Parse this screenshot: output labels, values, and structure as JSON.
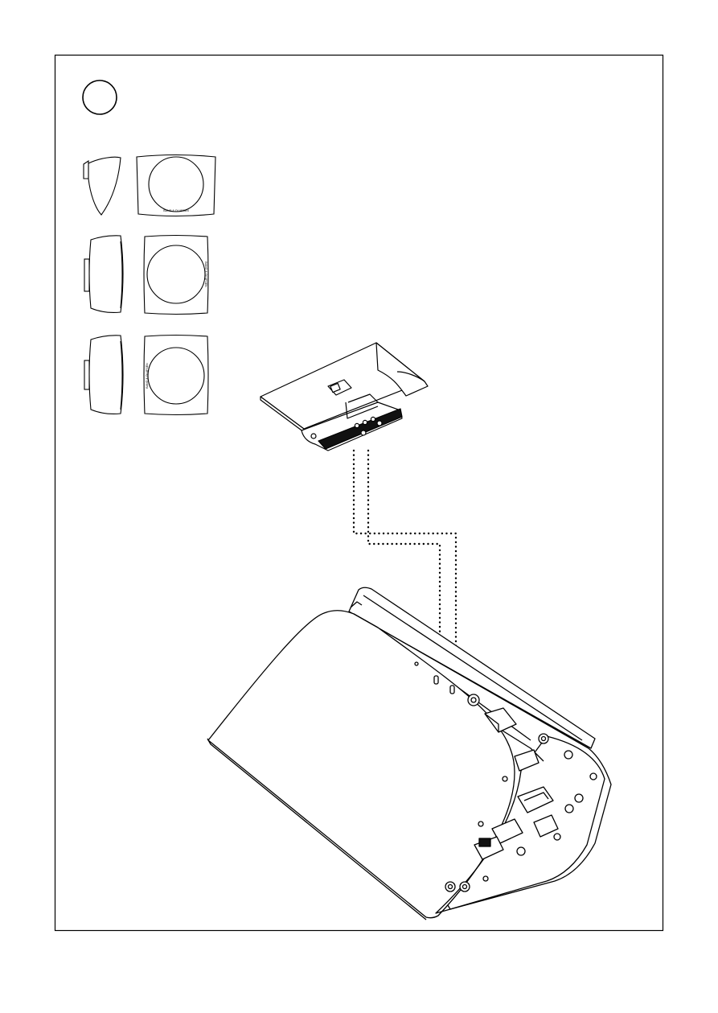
{
  "page": {
    "step_marker": "",
    "line_color": "#000000",
    "fill_color": "#ffffff",
    "dark_fill": "#111111"
  },
  "variants": {
    "brand_text": "BANG & OLUFSEN",
    "items": [
      {
        "name": "variant-1",
        "side": "shell-side-view",
        "front": "grille-front-view"
      },
      {
        "name": "variant-2",
        "side": "box-side-view",
        "front": "grille-front-view"
      },
      {
        "name": "variant-3",
        "side": "box-side-view",
        "front": "grille-front-view"
      }
    ]
  },
  "illustration": {
    "bracket": "wall-bracket",
    "speaker": "speaker-rear-housing",
    "cable_path": "dotted-cable-route"
  }
}
